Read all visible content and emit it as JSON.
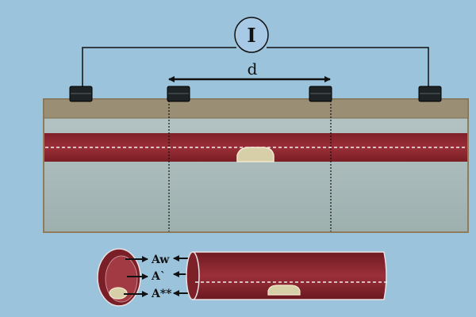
{
  "diagram": {
    "meter_label": "I",
    "distance_label": "d",
    "area_labels": {
      "wall": "Aw",
      "lumen": "A`",
      "plaque": "A**"
    },
    "colors": {
      "background": "#9cc3dc",
      "skin": "#9a8f74",
      "vessel": "#8c2a32",
      "tissue": "#a9b9b9",
      "electrode": "#1e2426",
      "plaque": "#d6cfa8"
    }
  }
}
